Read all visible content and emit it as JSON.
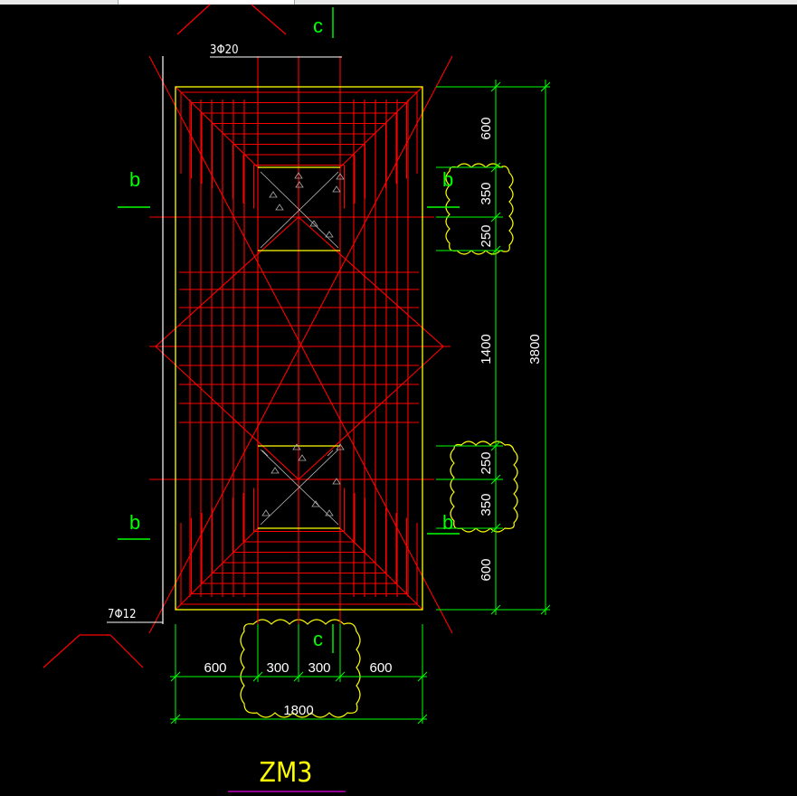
{
  "drawing": {
    "title": "ZM3",
    "rebar_top_label": "3Φ20",
    "rebar_bottom_label": "7Φ12",
    "section_labels": {
      "b": "b",
      "c": "c"
    },
    "dims_right": [
      "600",
      "350",
      "250",
      "1400",
      "250",
      "350",
      "600"
    ],
    "dim_total_height": "3800",
    "dims_bottom": [
      "600",
      "300",
      "300",
      "600"
    ],
    "dim_total_width": "1800"
  },
  "colors": {
    "background": "#000000",
    "rebar": "#ff0000",
    "outline": "#ffff00",
    "dimension": "#00ff00",
    "revision_cloud": "#ffff00",
    "section_mark": "#00ff00",
    "title": "#ffff00",
    "title_underline": "#c000c0"
  }
}
